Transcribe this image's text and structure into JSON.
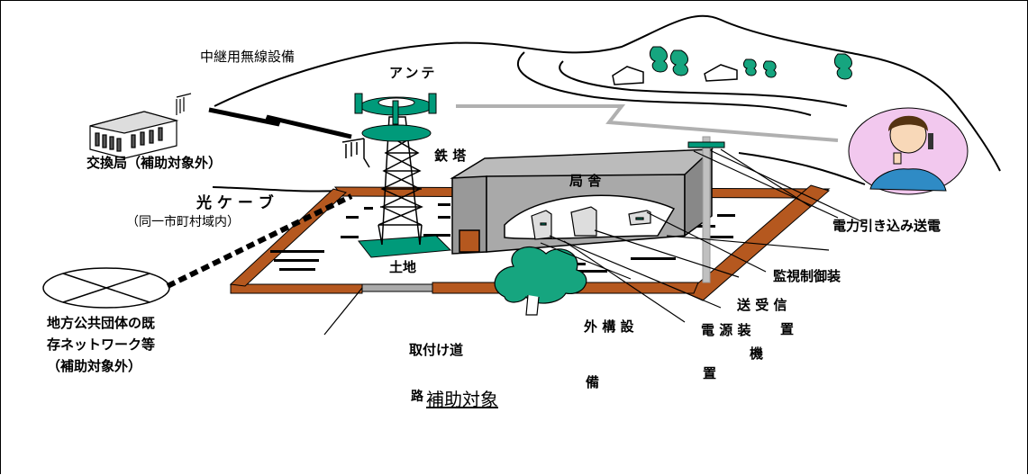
{
  "labels": {
    "relay_radio": "中継用無線設備",
    "antenna": "アンテ",
    "exchange": "交換局（補助対象外）",
    "tower": "鉄 塔",
    "station_building": "局 舎",
    "optical_cable": "光 ケ ー ブ",
    "same_area": "（同一市町村域内）",
    "power_line": "電力引き込み送電",
    "land": "土地",
    "monitor_control": "監視制御装",
    "transceiver_line1": "送 受 信",
    "transceiver_line2": "置",
    "exterior_line1": "外 構 設",
    "exterior_line2": "備",
    "power_unit_line1": "電 源 装",
    "power_unit_line2": "機",
    "power_unit_line3": "置",
    "local_network_line1": "地方公共団体の既",
    "local_network_line2": "存ネットワーク等",
    "local_network_line3": "（補助対象外）",
    "access_road": "取付け道",
    "road_suffix": "路",
    "subsidy_target": "補助対象"
  },
  "colors": {
    "teal": "#009a7a",
    "frame_brown": "#b5581f",
    "building_gray": "#a9a9a9",
    "tree_green": "#16a57f",
    "person_bg": "#f2c8ee"
  }
}
